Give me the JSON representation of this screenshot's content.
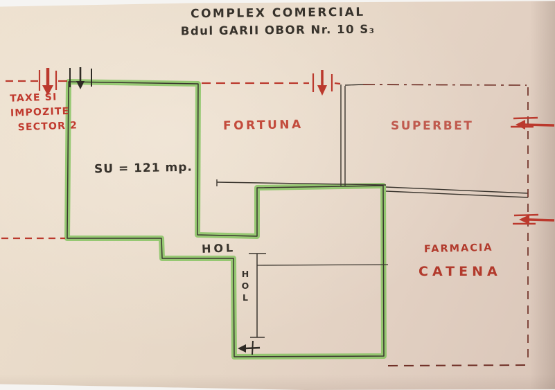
{
  "title": {
    "line1": "COMPLEX COMERCIAL",
    "line2": "Bdul GARII OBOR Nr. 10 S₃"
  },
  "labels": {
    "tenant_lines": [
      "TAXE SI",
      "IMPOZITE",
      "SECTOR 2"
    ],
    "area": "SU = 121 mp.",
    "fortuna": "FORTUNA",
    "superbet": "SUPERBET",
    "hol": "HOL",
    "hol_vertical": [
      "H",
      "O",
      "L"
    ],
    "farmacia": "FARMACIA",
    "catena": "CATENA"
  },
  "colors": {
    "paper": "#e7d8c7",
    "ink": "#37322b",
    "red_marker": "#b93a2d",
    "dark_red_dash": "#6f2f26",
    "green_highlight": "#7ec259"
  }
}
